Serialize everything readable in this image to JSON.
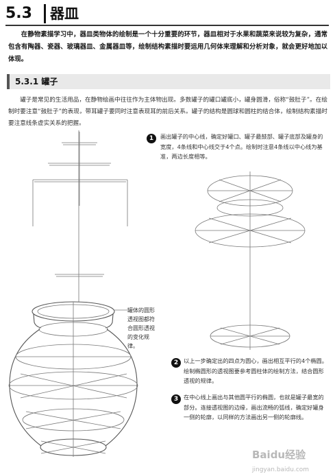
{
  "section": {
    "number": "5.3",
    "title": "器皿"
  },
  "intro": "在静物素描学习中，器皿类物体的绘制是一个十分重要的环节，器皿相对于水果和蔬菜来说较为复杂，通常包含有陶器、瓷器、玻璃器皿、金属器皿等，绘制结构素描时要运用几何体来理解和分析对象，就会更好地加以体现。",
  "subsection": {
    "title": "5.3.1 罐子"
  },
  "body": "罐子是常见的生活用品，在静物绘画中往往作为主体物出现。多数罐子的罐口罐底小，罐身圆滑，俗称“鼓肚子”。在绘制时要注意“鼓肚子”的表现，带耳罐子要同时注意表现耳的前后关系。罐子的结构是圆球和圆柱的结合体，绘制结构素描时要注意线条虚实关系的把握。",
  "steps": [
    {
      "num": "1",
      "text": "画出罐子的中心线，确定好罐口、罐子最鼓部、罐子底部及罐身的宽度，4条线和中心线交于4个点。绘制时注意4条线以中心线为基准，两边长度相等。"
    },
    {
      "num": "2",
      "text": "以上一步确定出的四点为圆心，画出相互平行的4个椭圆。绘制椭圆形的透视图要参考圆柱体的绘制方法，结合圆形透视的规律。"
    },
    {
      "num": "3",
      "text": "在中心线上画出与其他圆平行的椭圆，也就是罐子最宽的部分。连接透视图的边缘，画出流畅的弧线，确定好罐身一侧的轮廓，以同样的方法画出另一侧的轮廓线。"
    }
  ],
  "callout": "罐体的圆形透视图都符合圆形透视的变化规律。",
  "watermark": {
    "brand": "Baidu经验",
    "url": "jingyan.baidu.com"
  }
}
